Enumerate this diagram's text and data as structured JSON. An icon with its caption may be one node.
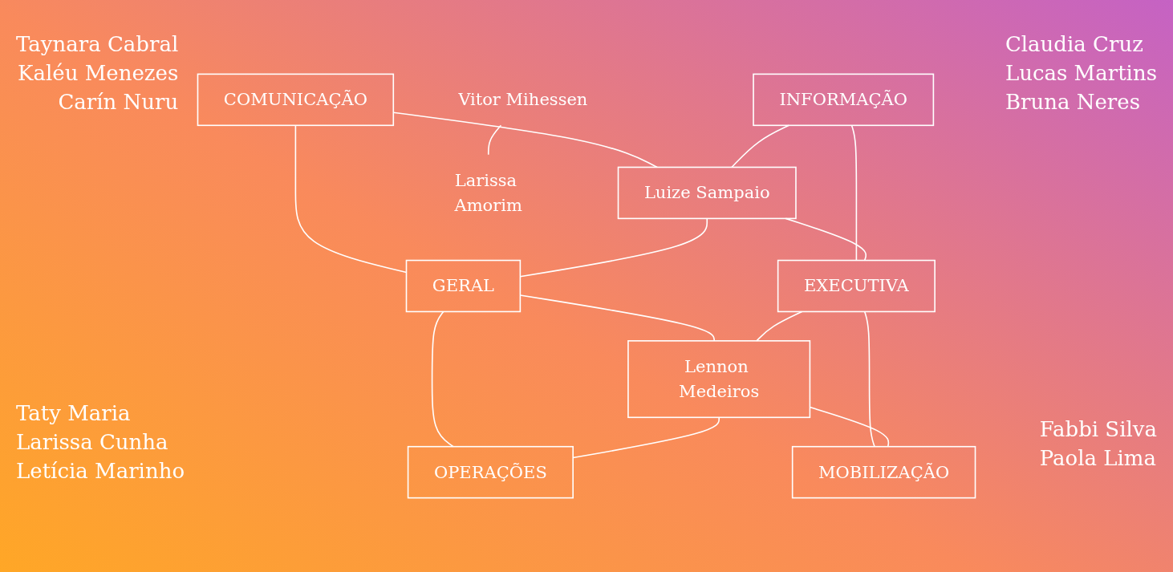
{
  "diagram": {
    "nodes": [
      {
        "text": [
          "COMUNICAÇÃO"
        ]
      },
      {
        "text": [
          "INFORMAÇÃO"
        ]
      },
      {
        "text": [
          "Luize Sampaio"
        ]
      },
      {
        "text": [
          "GERAL"
        ]
      },
      {
        "text": [
          "Vitor Mihessen"
        ]
      },
      {
        "text": [
          "Larissa Amorim"
        ]
      },
      {
        "text": [
          "EXECUTIVA"
        ]
      },
      {
        "text": [
          "Lennon Medeiros"
        ]
      },
      {
        "text": [
          "OPERAÇÕES"
        ]
      },
      {
        "text": [
          "MOBILIZAÇÃO"
        ]
      }
    ],
    "edges": [
      {
        "from": 0,
        "to": 3,
        "arrow": "none"
      },
      {
        "from": 1,
        "to": 6,
        "arrow": "none"
      },
      {
        "from": 3,
        "to": 8,
        "arrow": "none"
      },
      {
        "from": 6,
        "to": 9,
        "arrow": "none"
      },
      {
        "from": 0,
        "to": 2,
        "arrow": "none"
      },
      {
        "from": 1,
        "to": 2,
        "arrow": "none"
      },
      {
        "from": 2,
        "to": 3,
        "arrow": "none"
      },
      {
        "from": 2,
        "to": 6,
        "arrow": "none"
      },
      {
        "from": 3,
        "to": 7,
        "arrow": "none"
      },
      {
        "from": 6,
        "to": 7,
        "arrow": "none"
      },
      {
        "from": 7,
        "to": 8,
        "arrow": "none"
      },
      {
        "from": 7,
        "to": 9,
        "arrow": "none"
      },
      {
        "from": 4,
        "to": 5,
        "arrow": "none"
      }
    ],
    "labels": [
      "Taynara Cabral",
      "Kaléu Menezes",
      "Carín Nuru",
      "Claudia Cruz",
      "Lucas Martins",
      "Bruna Neres",
      "Taty Maria",
      "Larissa Cunha",
      "Letícia Marinho",
      "Fabbi Silva",
      "Paola Lima"
    ]
  }
}
